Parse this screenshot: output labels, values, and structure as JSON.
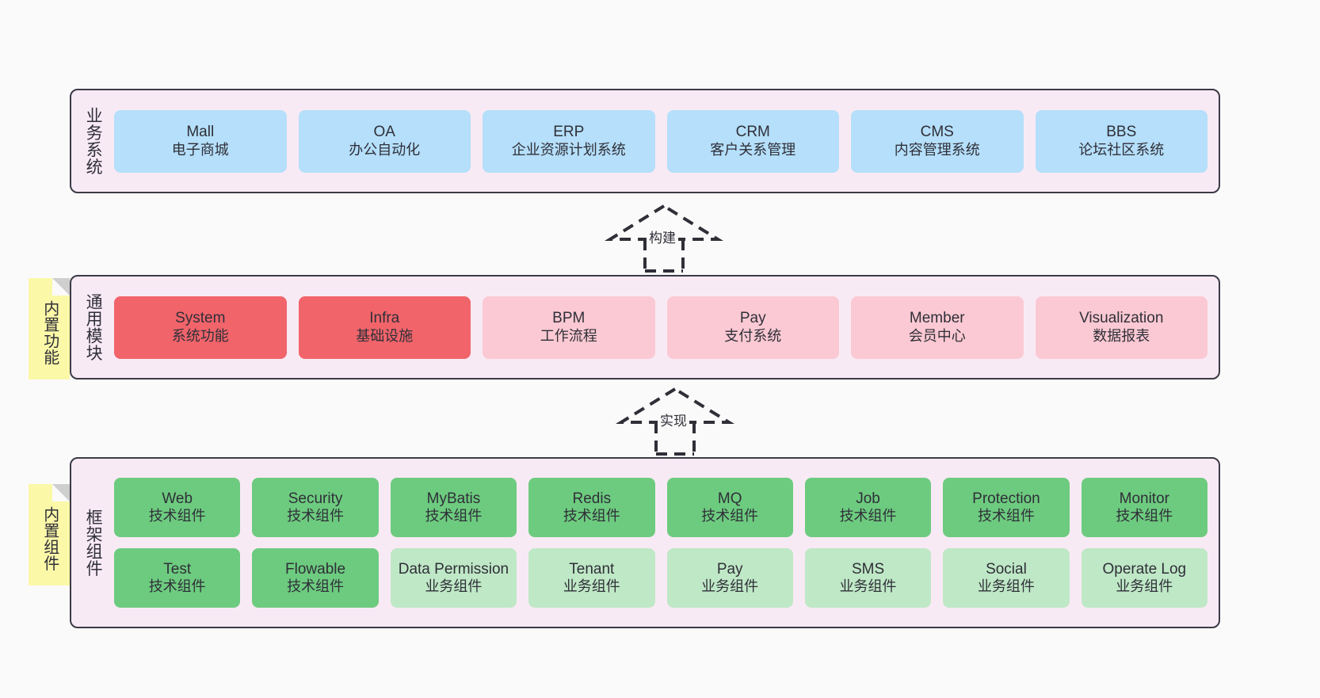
{
  "diagram": {
    "background": "#fafafa",
    "panel_color": "#f8eaf4",
    "note_color": "#fbf8a8",
    "colors": {
      "business": "#b5dffa",
      "module_core": "#f1646a",
      "module_optional": "#fbc9d3",
      "tech_component": "#6dcb7f",
      "business_component": "#bfe8c6"
    }
  },
  "layers": {
    "business": {
      "title": "业务系统",
      "cards": [
        {
          "name": "Mall",
          "desc": "电子商城",
          "style": "c-blue"
        },
        {
          "name": "OA",
          "desc": "办公自动化",
          "style": "c-blue"
        },
        {
          "name": "ERP",
          "desc": "企业资源计划系统",
          "style": "c-blue"
        },
        {
          "name": "CRM",
          "desc": "客户关系管理",
          "style": "c-blue"
        },
        {
          "name": "CMS",
          "desc": "内容管理系统",
          "style": "c-blue"
        },
        {
          "name": "BBS",
          "desc": "论坛社区系统",
          "style": "c-blue"
        }
      ]
    },
    "modules": {
      "title": "通用模块",
      "note": "内置功能",
      "cards": [
        {
          "name": "System",
          "desc": "系统功能",
          "style": "c-red"
        },
        {
          "name": "Infra",
          "desc": "基础设施",
          "style": "c-red"
        },
        {
          "name": "BPM",
          "desc": "工作流程",
          "style": "c-pink"
        },
        {
          "name": "Pay",
          "desc": "支付系统",
          "style": "c-pink"
        },
        {
          "name": "Member",
          "desc": "会员中心",
          "style": "c-pink"
        },
        {
          "name": "Visualization",
          "desc": "数据报表",
          "style": "c-pink"
        }
      ]
    },
    "framework": {
      "title": "框架组件",
      "note": "内置组件",
      "row1": [
        {
          "name": "Web",
          "desc": "技术组件",
          "style": "c-green"
        },
        {
          "name": "Security",
          "desc": "技术组件",
          "style": "c-green"
        },
        {
          "name": "MyBatis",
          "desc": "技术组件",
          "style": "c-green"
        },
        {
          "name": "Redis",
          "desc": "技术组件",
          "style": "c-green"
        },
        {
          "name": "MQ",
          "desc": "技术组件",
          "style": "c-green"
        },
        {
          "name": "Job",
          "desc": "技术组件",
          "style": "c-green"
        },
        {
          "name": "Protection",
          "desc": "技术组件",
          "style": "c-green"
        },
        {
          "name": "Monitor",
          "desc": "技术组件",
          "style": "c-green"
        }
      ],
      "row2": [
        {
          "name": "Test",
          "desc": "技术组件",
          "style": "c-green"
        },
        {
          "name": "Flowable",
          "desc": "技术组件",
          "style": "c-green"
        },
        {
          "name": "Data Permission",
          "desc": "业务组件",
          "style": "c-greenlight"
        },
        {
          "name": "Tenant",
          "desc": "业务组件",
          "style": "c-greenlight"
        },
        {
          "name": "Pay",
          "desc": "业务组件",
          "style": "c-greenlight"
        },
        {
          "name": "SMS",
          "desc": "业务组件",
          "style": "c-greenlight"
        },
        {
          "name": "Social",
          "desc": "业务组件",
          "style": "c-greenlight"
        },
        {
          "name": "Operate Log",
          "desc": "业务组件",
          "style": "c-greenlight"
        }
      ]
    }
  },
  "connectors": {
    "build": {
      "label": "构建"
    },
    "implement": {
      "label": "实现"
    }
  }
}
